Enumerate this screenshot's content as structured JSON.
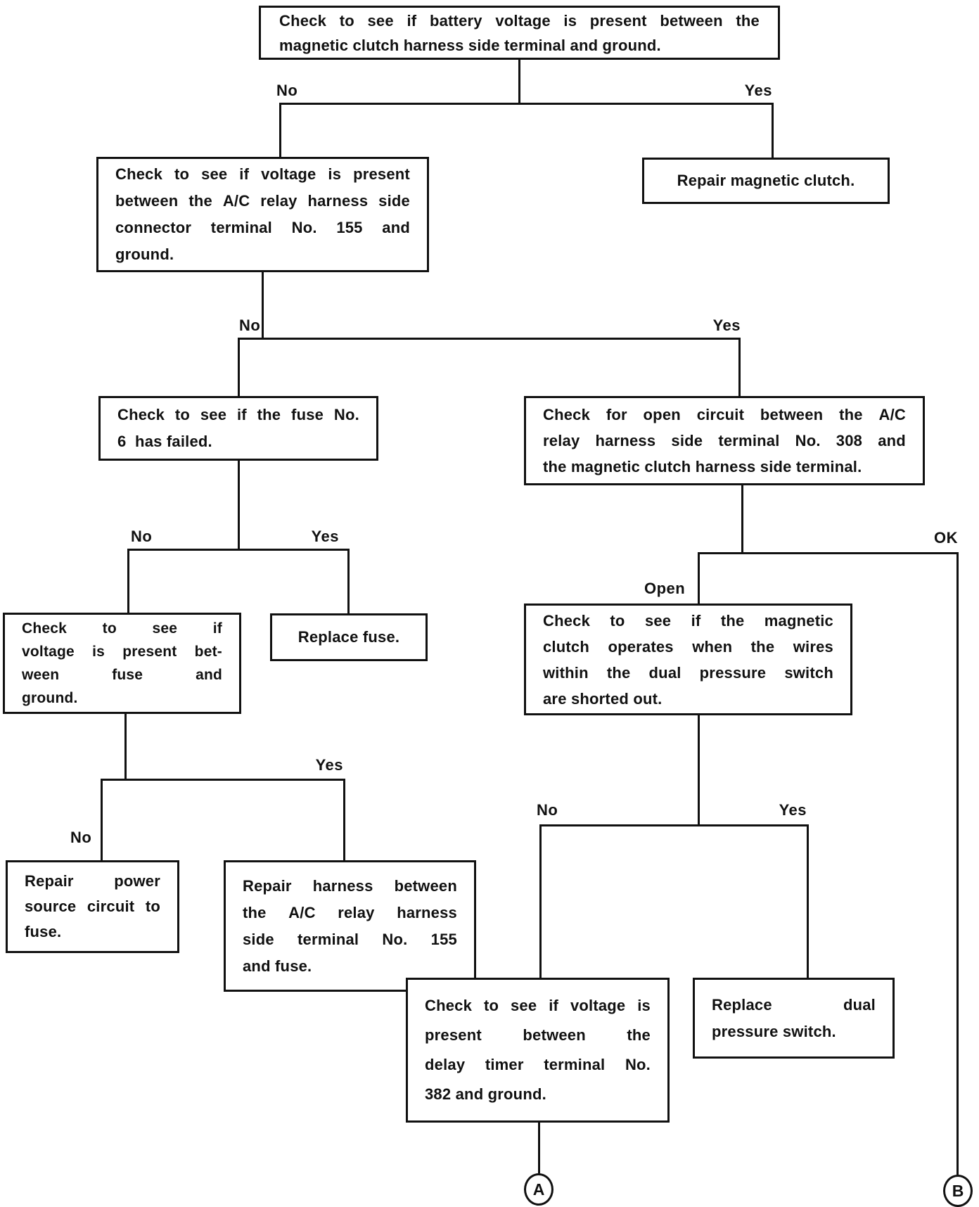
{
  "page": {
    "background": "#ffffff",
    "ink": "#111111"
  },
  "flowchart": {
    "boxes": {
      "battery_check": {
        "lines": [
          "Check to see if battery voltage is present between the",
          "magnetic clutch harness side terminal and ground."
        ]
      },
      "repair_clutch": {
        "lines": [
          "Repair magnetic clutch."
        ]
      },
      "relay_voltage_check": {
        "lines": [
          "Check to see if voltage is present",
          "between the A/C relay harness side",
          "connector terminal No. 155 and",
          "ground."
        ]
      },
      "fuse_check": {
        "lines": [
          "Check to see if the fuse No.",
          "6  has failed."
        ]
      },
      "open_circuit_check": {
        "lines": [
          "Check for open circuit between the A/C",
          "relay harness side terminal No. 308 and",
          "the magnetic clutch harness side terminal."
        ]
      },
      "fuse_voltage_check": {
        "lines": [
          "Check to see if",
          "voltage is present bet-",
          "ween fuse and",
          "ground."
        ]
      },
      "replace_fuse": {
        "lines": [
          "Replace fuse."
        ]
      },
      "repair_power_source": {
        "lines": [
          "Repair power",
          "source circuit to",
          "fuse."
        ]
      },
      "repair_harness_155": {
        "lines": [
          "Repair harness between",
          "the A/C relay harness",
          "side terminal No. 155",
          "and fuse."
        ]
      },
      "dual_pressure_check": {
        "lines": [
          "Check to see if the magnetic",
          "clutch operates when the wires",
          "within the dual pressure switch",
          "are shorted out."
        ]
      },
      "delay_timer_check": {
        "lines": [
          "Check to see if voltage is",
          "present between the",
          "delay timer terminal No.",
          "382 and ground."
        ]
      },
      "replace_dual_pressure": {
        "lines": [
          "Replace dual",
          "pressure switch."
        ]
      }
    },
    "branch_labels": {
      "no": "No",
      "yes": "Yes",
      "open": "Open",
      "ok": "OK"
    },
    "off_page_connectors": {
      "a": "A",
      "b": "B"
    }
  }
}
